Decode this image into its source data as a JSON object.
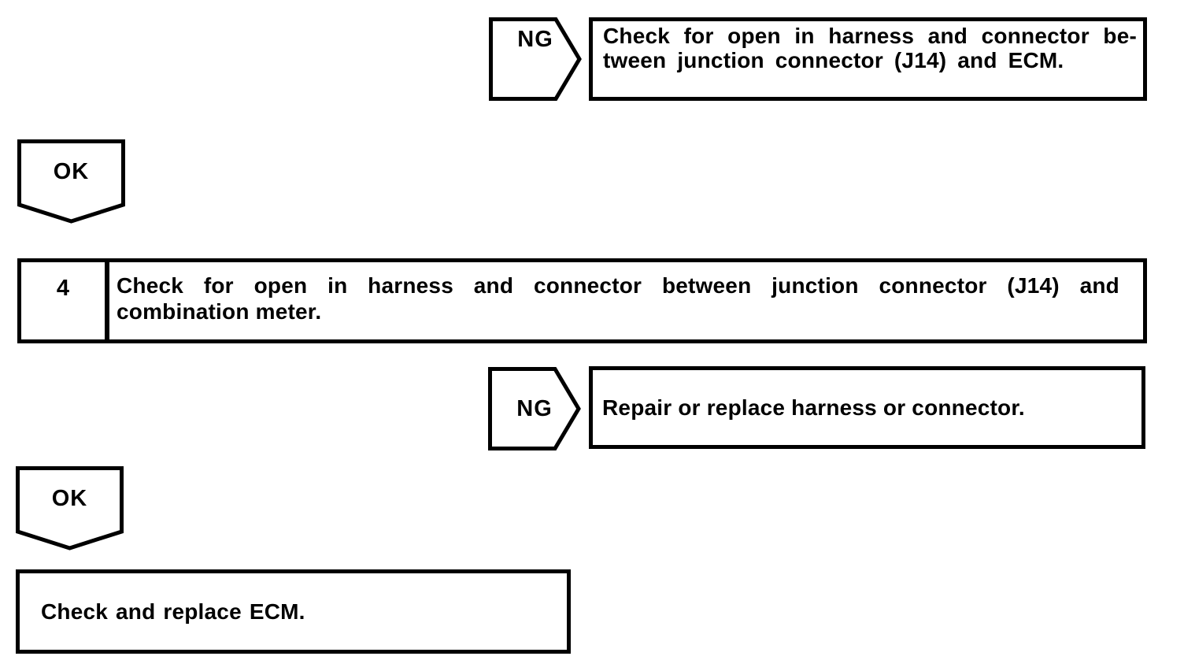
{
  "colors": {
    "ink": "#000000",
    "paper": "#ffffff"
  },
  "flowchart": {
    "ng_top": {
      "label": "NG",
      "action_lines": [
        "Check for open in harness and connector be-",
        "tween junction connector (J14) and ECM."
      ]
    },
    "ok_top": {
      "label": "OK"
    },
    "step": {
      "number": "4",
      "instruction_lines": [
        "Check for open in harness and connector between junction connector (J14) and",
        "combination meter."
      ]
    },
    "ng_bottom": {
      "label": "NG",
      "action": "Repair or replace harness or connector."
    },
    "ok_bottom": {
      "label": "OK"
    },
    "result": {
      "action": "Check and replace ECM."
    }
  }
}
